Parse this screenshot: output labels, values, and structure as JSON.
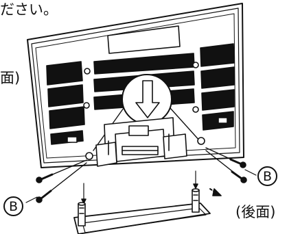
{
  "instruction_tail": "ださい。",
  "view_left": "面)",
  "view_right": "(後面)",
  "screw_label_right": "B",
  "screw_label_left": "B"
}
